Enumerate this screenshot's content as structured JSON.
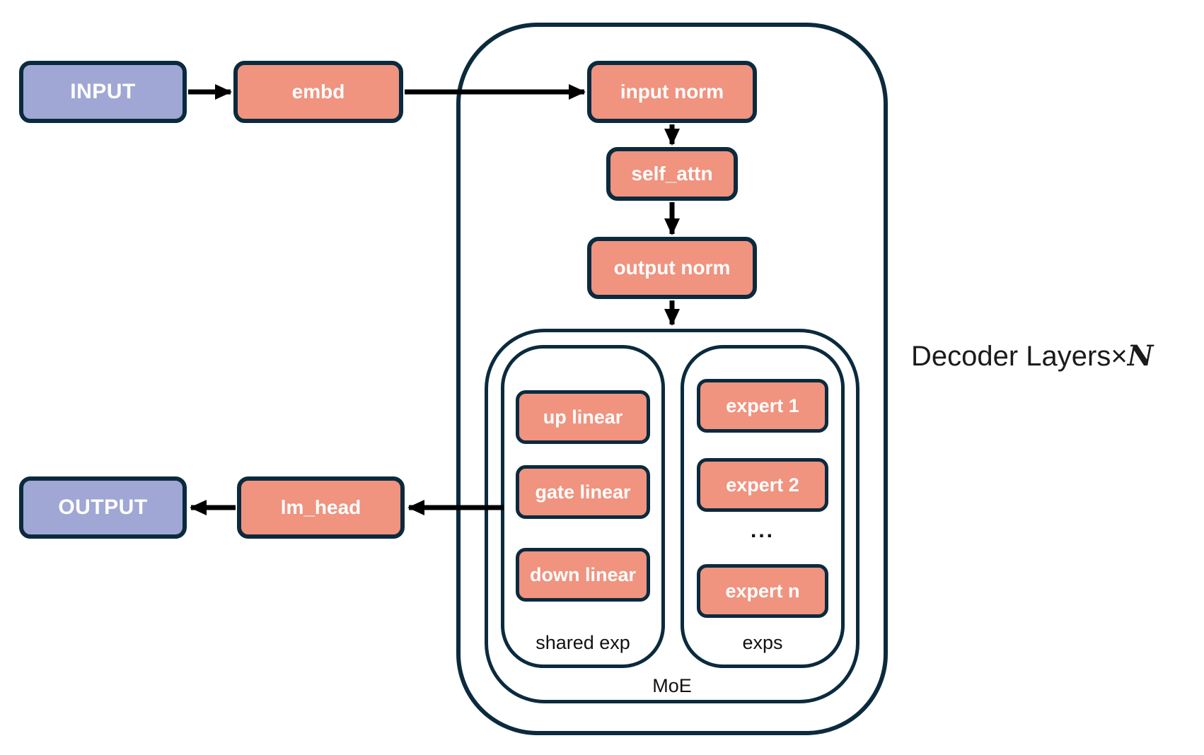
{
  "colors": {
    "io_fill": "#a0a7d4",
    "block_fill": "#f0937f",
    "outline": "#0b2a3e",
    "arrow": "#000000",
    "label_text": "#111111",
    "box_text": "#ffffff"
  },
  "nodes": {
    "input": "INPUT",
    "embd": "embd",
    "input_norm": "input norm",
    "self_attn": "self_attn",
    "output_norm": "output norm",
    "lm_head": "lm_head",
    "output": "OUTPUT"
  },
  "moe": {
    "label": "MoE",
    "shared": {
      "label": "shared exp",
      "items": [
        "up linear",
        "gate linear",
        "down linear"
      ]
    },
    "exps": {
      "label": "exps",
      "items": [
        "expert 1",
        "expert 2",
        "expert n"
      ],
      "ellipsis": "..."
    }
  },
  "decoder": {
    "caption_prefix": "Decoder Layers×",
    "caption_n": "N"
  }
}
